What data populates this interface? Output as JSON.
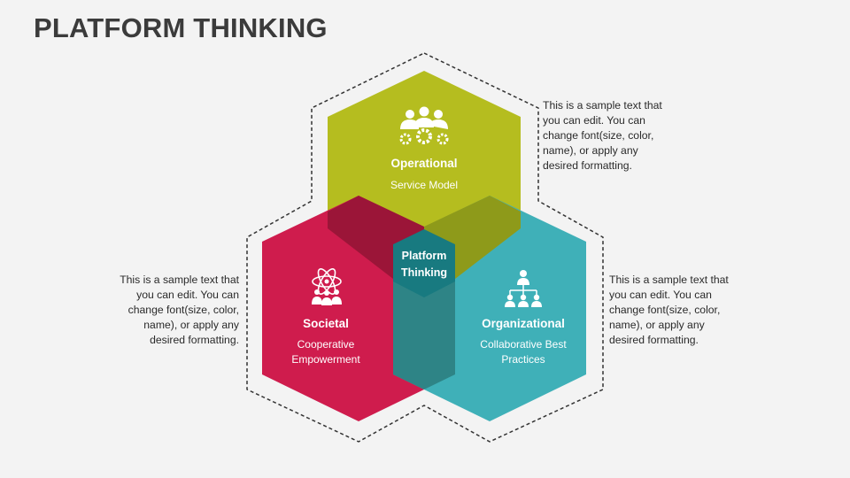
{
  "title": "PLATFORM THINKING",
  "center": {
    "line1": "Platform",
    "line2": "Thinking",
    "color": "#187a80"
  },
  "segments": {
    "operational": {
      "title": "Operational",
      "subtitle": "Service Model",
      "icon": "team-gears-icon",
      "color": "#b5bd1f",
      "description": "This is a sample text that you can edit. You can change font(size, color, name), or apply any desired formatting."
    },
    "societal": {
      "title": "Societal",
      "subtitle_line1": "Cooperative",
      "subtitle_line2": "Empowerment",
      "icon": "atom-people-icon",
      "color": "#cf1c4d",
      "description": "This is a sample text that you can edit. You can change font(size, color, name), or apply any desired formatting."
    },
    "organizational": {
      "title": "Organizational",
      "subtitle_line1": "Collaborative Best",
      "subtitle_line2": "Practices",
      "icon": "org-chart-icon",
      "color": "#3fb0b8",
      "description": "This is a sample text that you can edit. You can change font(size, color, name), or apply any desired formatting."
    }
  }
}
